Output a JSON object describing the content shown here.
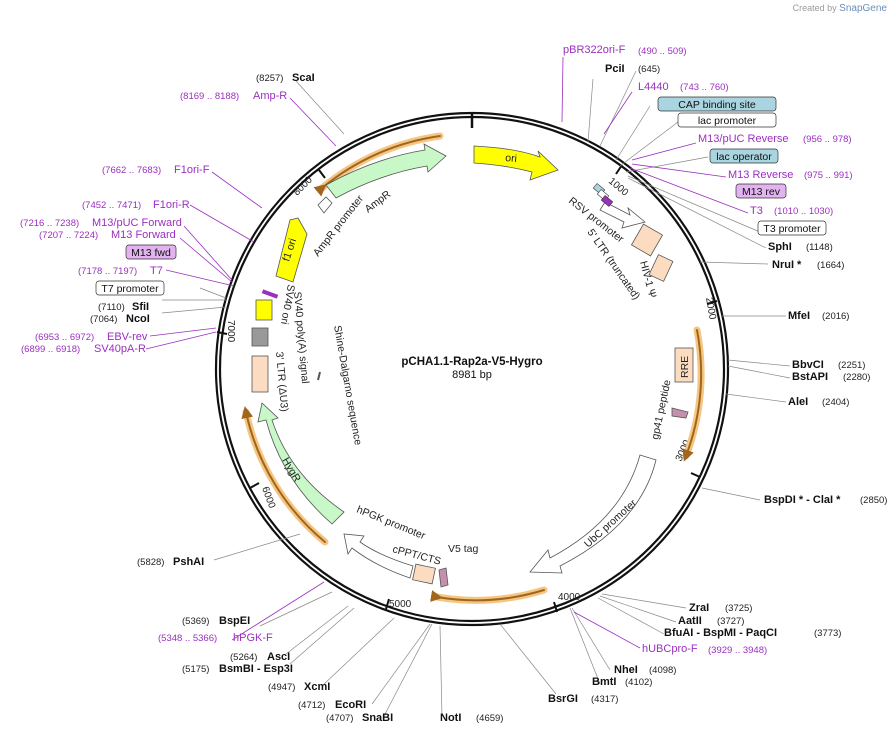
{
  "brand": {
    "prefix": "Created by",
    "name": "SnapGene"
  },
  "plasmid": {
    "name": "pCHA1.1-Rap2a-V5-Hygro",
    "size_label": "8981 bp"
  },
  "ticks": [
    "1000",
    "2000",
    "3000",
    "4000",
    "5000",
    "6000",
    "7000",
    "8000"
  ],
  "features": {
    "ori": "ori",
    "rsv": "RSV promoter",
    "ltr5": "5' LTR (truncated)",
    "hiv": "HIV-1 Ψ",
    "rre": "RRE",
    "gp41": "gp41 peptide",
    "ubc": "UbC promoter",
    "v5": "V5 tag",
    "cppt": "cPPT/CTS",
    "hpgk": "hPGK promoter",
    "hygr": "HygR",
    "ltr3": "3' LTR (ΔU3)",
    "sv40pa": "SV40 poly(A) signal",
    "sv40ori": "SV40 ori",
    "shine": "Shine-Dalgarno sequence",
    "f1ori": "f1 ori",
    "ampprom": "AmpR promoter",
    "ampr": "AmpR"
  },
  "enzymes": {
    "scai": {
      "name": "ScaI",
      "pos": "(8257)"
    },
    "pcii": {
      "name": "PciI",
      "pos": "(645)"
    },
    "sphi": {
      "name": "SphI",
      "pos": "(1148)"
    },
    "nrui": {
      "name": "NruI *",
      "pos": "(1664)"
    },
    "mfei": {
      "name": "MfeI",
      "pos": "(2016)"
    },
    "bbvci": {
      "name": "BbvCI",
      "pos": "(2251)"
    },
    "bstapi": {
      "name": "BstAPI",
      "pos": "(2280)"
    },
    "alei": {
      "name": "AleI",
      "pos": "(2404)"
    },
    "bspdi": {
      "name": "BspDI * - ClaI *",
      "pos": "(2850)"
    },
    "zrai": {
      "name": "ZraI",
      "pos": "(3725)"
    },
    "aatii": {
      "name": "AatII",
      "pos": "(3727)"
    },
    "bfuai": {
      "name": "BfuAI - BspMI - PaqCI",
      "pos": "(3773)"
    },
    "nhei": {
      "name": "NheI",
      "pos": "(4098)"
    },
    "bmti": {
      "name": "BmtI",
      "pos": "(4102)"
    },
    "bsrgi": {
      "name": "BsrGI",
      "pos": "(4317)"
    },
    "noti": {
      "name": "NotI",
      "pos": "(4659)"
    },
    "snabi": {
      "name": "SnaBI",
      "pos": "(4707)"
    },
    "ecori": {
      "name": "EcoRI",
      "pos": "(4712)"
    },
    "xcmi": {
      "name": "XcmI",
      "pos": "(4947)"
    },
    "bsmbi": {
      "name": "BsmBI - Esp3I",
      "pos": "(5175)"
    },
    "asci": {
      "name": "AscI",
      "pos": "(5264)"
    },
    "bspei": {
      "name": "BspEI",
      "pos": "(5369)"
    },
    "pshai": {
      "name": "PshAI",
      "pos": "(5828)"
    },
    "ncoi": {
      "name": "NcoI",
      "pos": "(7064)"
    },
    "sfii": {
      "name": "SfiI",
      "pos": "(7110)"
    }
  },
  "primers": {
    "pbr": {
      "name": "pBR322ori-F",
      "pos": "(490 .. 509)"
    },
    "l4440": {
      "name": "L4440",
      "pos": "(743 .. 760)"
    },
    "m13puc_rev": {
      "name": "M13/pUC Reverse",
      "pos": "(956 .. 978)"
    },
    "m13_reverse": {
      "name": "M13 Reverse",
      "pos": "(975 .. 991)"
    },
    "t3": {
      "name": "T3",
      "pos": "(1010 .. 1030)"
    },
    "hubc": {
      "name": "hUBCpro-F",
      "pos": "(3929 .. 3948)"
    },
    "hpgkf": {
      "name": "hPGK-F",
      "pos": "(5348 .. 5366)"
    },
    "ampr_p": {
      "name": "Amp-R",
      "pos": "(8169 .. 8188)"
    },
    "f1orif": {
      "name": "F1ori-F",
      "pos": "(7662 .. 7683)"
    },
    "f1orir": {
      "name": "F1ori-R",
      "pos": "(7452 .. 7471)"
    },
    "m13puc_fwd": {
      "name": "M13/pUC Forward",
      "pos": "(7216 .. 7238)"
    },
    "m13_forward": {
      "name": "M13 Forward",
      "pos": "(7207 .. 7224)"
    },
    "t7": {
      "name": "T7",
      "pos": "(7178 .. 7197)"
    },
    "ebv": {
      "name": "EBV-rev",
      "pos": "(6953 .. 6972)"
    },
    "sv40par": {
      "name": "SV40pA-R",
      "pos": "(6899 .. 6918)"
    }
  },
  "boxes": {
    "cap": "CAP binding site",
    "lacprom": "lac promoter",
    "lacop": "lac operator",
    "m13rev": "M13 rev",
    "t3prom": "T3 promoter",
    "m13fwd": "M13 fwd",
    "t7prom": "T7 promoter"
  },
  "colors": {
    "ori": "#ffff00",
    "ltr": "#fcdcc0",
    "amp": "#c8f7c8",
    "rre": "#fcdcc0",
    "gp41": "#c490ac",
    "sv40": "#ffff00",
    "shine": "#999999",
    "primer": "#9b2fbf",
    "box_blue": "#a9d4e0",
    "box_purple": "#e2b3f0",
    "orf_highlight": "#f5c681",
    "orf_arrow": "#a0661f"
  }
}
